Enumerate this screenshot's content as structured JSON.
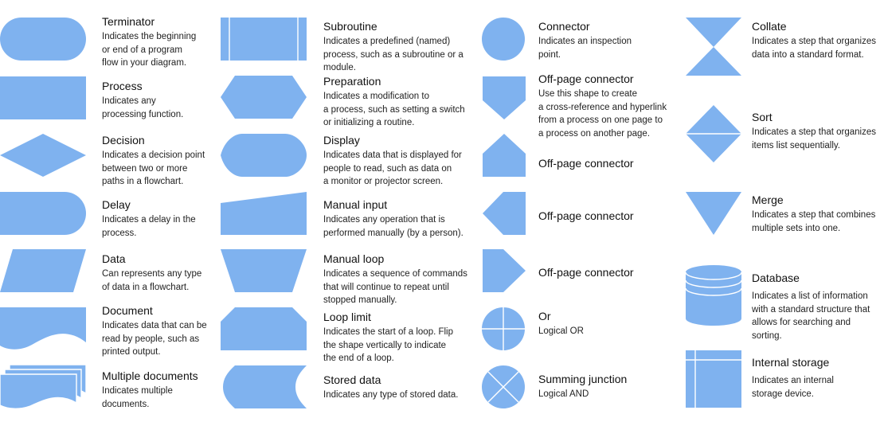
{
  "colors": {
    "shape_fill": "#7fb2ef",
    "background": "#ffffff"
  },
  "items": [
    {
      "title": "Terminator",
      "desc": "Indicates the beginning\nor end of a program\nflow in your diagram."
    },
    {
      "title": "Process",
      "desc": "Indicates any\nprocessing function."
    },
    {
      "title": "Decision",
      "desc": "Indicates a decision point\nbetween two or more\npaths in a flowchart."
    },
    {
      "title": "Delay",
      "desc": "Indicates a delay in the\nprocess."
    },
    {
      "title": "Data",
      "desc": "Can represents any type\nof data in a flowchart."
    },
    {
      "title": "Document",
      "desc": "Indicates data that can be\nread by people, such as\nprinted output."
    },
    {
      "title": "Multiple documents",
      "desc": "Indicates multiple\ndocuments."
    },
    {
      "title": "Subroutine",
      "desc": "Indicates a predefined (named)\nprocess, such as a subroutine or a\nmodule."
    },
    {
      "title": "Preparation",
      "desc": "Indicates a modification to\na process, such as setting a switch\nor initializing a routine."
    },
    {
      "title": "Display",
      "desc": "Indicates data that is displayed for\npeople to read, such as data on\na monitor or projector screen."
    },
    {
      "title": "Manual input",
      "desc": "Indicates any operation that is\nperformed manually (by a person)."
    },
    {
      "title": "Manual loop",
      "desc": "Indicates a sequence of commands\nthat will continue to repeat until\nstopped manually."
    },
    {
      "title": "Loop limit",
      "desc": "Indicates the start of a loop. Flip\nthe shape vertically to indicate\nthe end of a loop."
    },
    {
      "title": "Stored data",
      "desc": "Indicates any type of stored data."
    },
    {
      "title": "Connector",
      "desc": "Indicates an inspection\npoint."
    },
    {
      "title": "Off-page connector",
      "desc": "Use this shape to create\na cross-reference and hyperlink\nfrom a process on one page to\na process on another page."
    },
    {
      "title": "Off-page connector",
      "desc": ""
    },
    {
      "title": "Off-page connector",
      "desc": ""
    },
    {
      "title": "Off-page connector",
      "desc": ""
    },
    {
      "title": "Or",
      "desc": "Logical OR"
    },
    {
      "title": "Summing junction",
      "desc": "Logical AND"
    },
    {
      "title": "Collate",
      "desc": "Indicates a step that organizes\ndata into a standard format."
    },
    {
      "title": "Sort",
      "desc": "Indicates a step that organizes\nitems list sequentially."
    },
    {
      "title": "Merge",
      "desc": "Indicates a step that combines\nmultiple sets into one."
    },
    {
      "title": "Database",
      "desc": "Indicates a list of information\nwith a standard structure that\nallows for searching and\nsorting."
    },
    {
      "title": "Internal storage",
      "desc": "Indicates an internal\nstorage device."
    }
  ]
}
